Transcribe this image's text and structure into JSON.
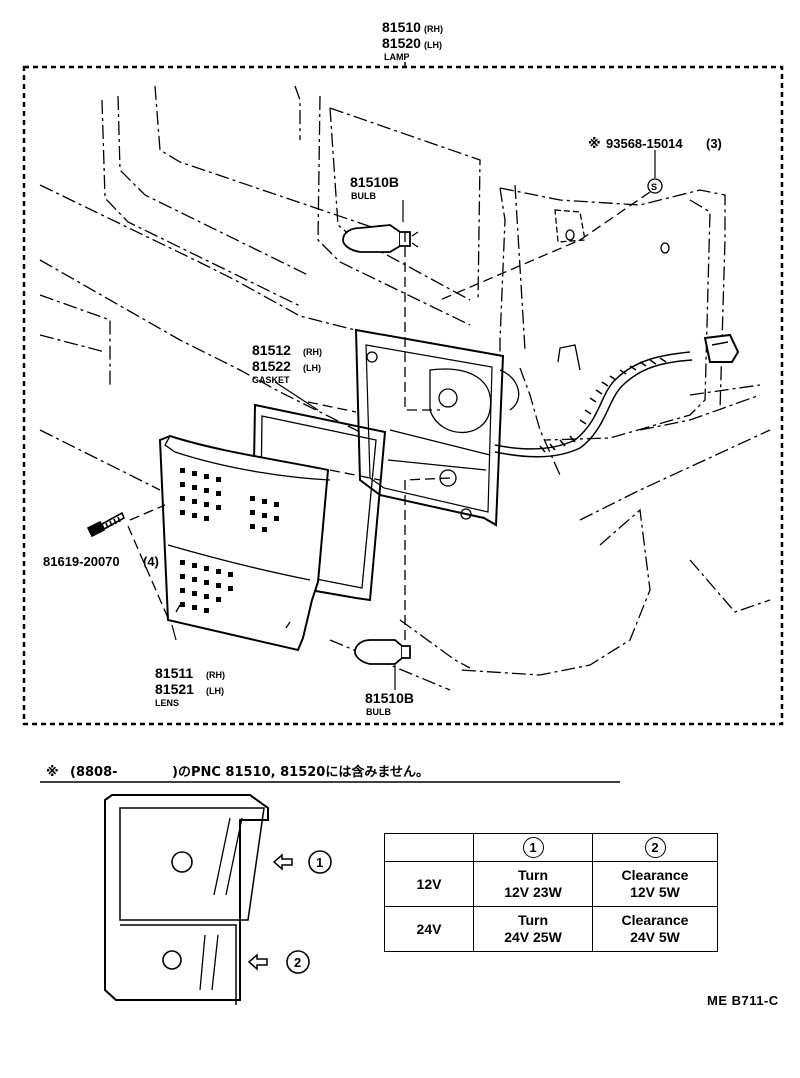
{
  "lamp": {
    "num1": "81510",
    "rh": "(RH)",
    "num2": "81520",
    "lh": "(LH)",
    "name": "LAMP"
  },
  "screw_note": {
    "mark": "※",
    "part": "93568-15014",
    "qty": "(3)",
    "tag": "S"
  },
  "bulb_top": {
    "num": "81510B",
    "name": "BULB"
  },
  "bulb_bottom": {
    "num": "81510B",
    "name": "BULB"
  },
  "gasket": {
    "num1": "81512",
    "rh": "(RH)",
    "num2": "81522",
    "lh": "(LH)",
    "name": "GASKET"
  },
  "screw": {
    "part": "81619-20070",
    "qty": "(4)"
  },
  "lens": {
    "num1": "81511",
    "rh": "(RH)",
    "num2": "81521",
    "lh": "(LH)",
    "name": "LENS"
  },
  "footnote": {
    "mark": "※",
    "from": "(8808-",
    "text": ")のPNC 81510, 81520には含みません。"
  },
  "callouts": {
    "one": "1",
    "two": "2"
  },
  "table": {
    "header": [
      "",
      "1",
      "2"
    ],
    "rows": [
      {
        "voltage": "12V",
        "turn_label": "Turn",
        "turn_spec": "12V 23W",
        "clear_label": "Clearance",
        "clear_spec": "12V 5W"
      },
      {
        "voltage": "24V",
        "turn_label": "Turn",
        "turn_spec": "24V 25W",
        "clear_label": "Clearance",
        "clear_spec": "24V 5W"
      }
    ]
  },
  "diagram_code": "ME B711-C"
}
